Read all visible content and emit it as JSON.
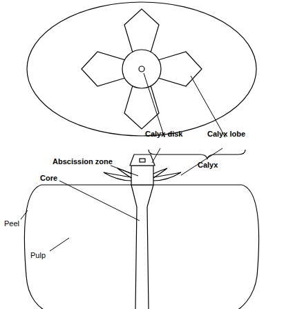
{
  "diagram": {
    "labels": [
      "Calyx disk",
      "Calyx lobe",
      "Calyx",
      "Abscission zone",
      "Core",
      "Peel",
      "Pulp"
    ]
  }
}
